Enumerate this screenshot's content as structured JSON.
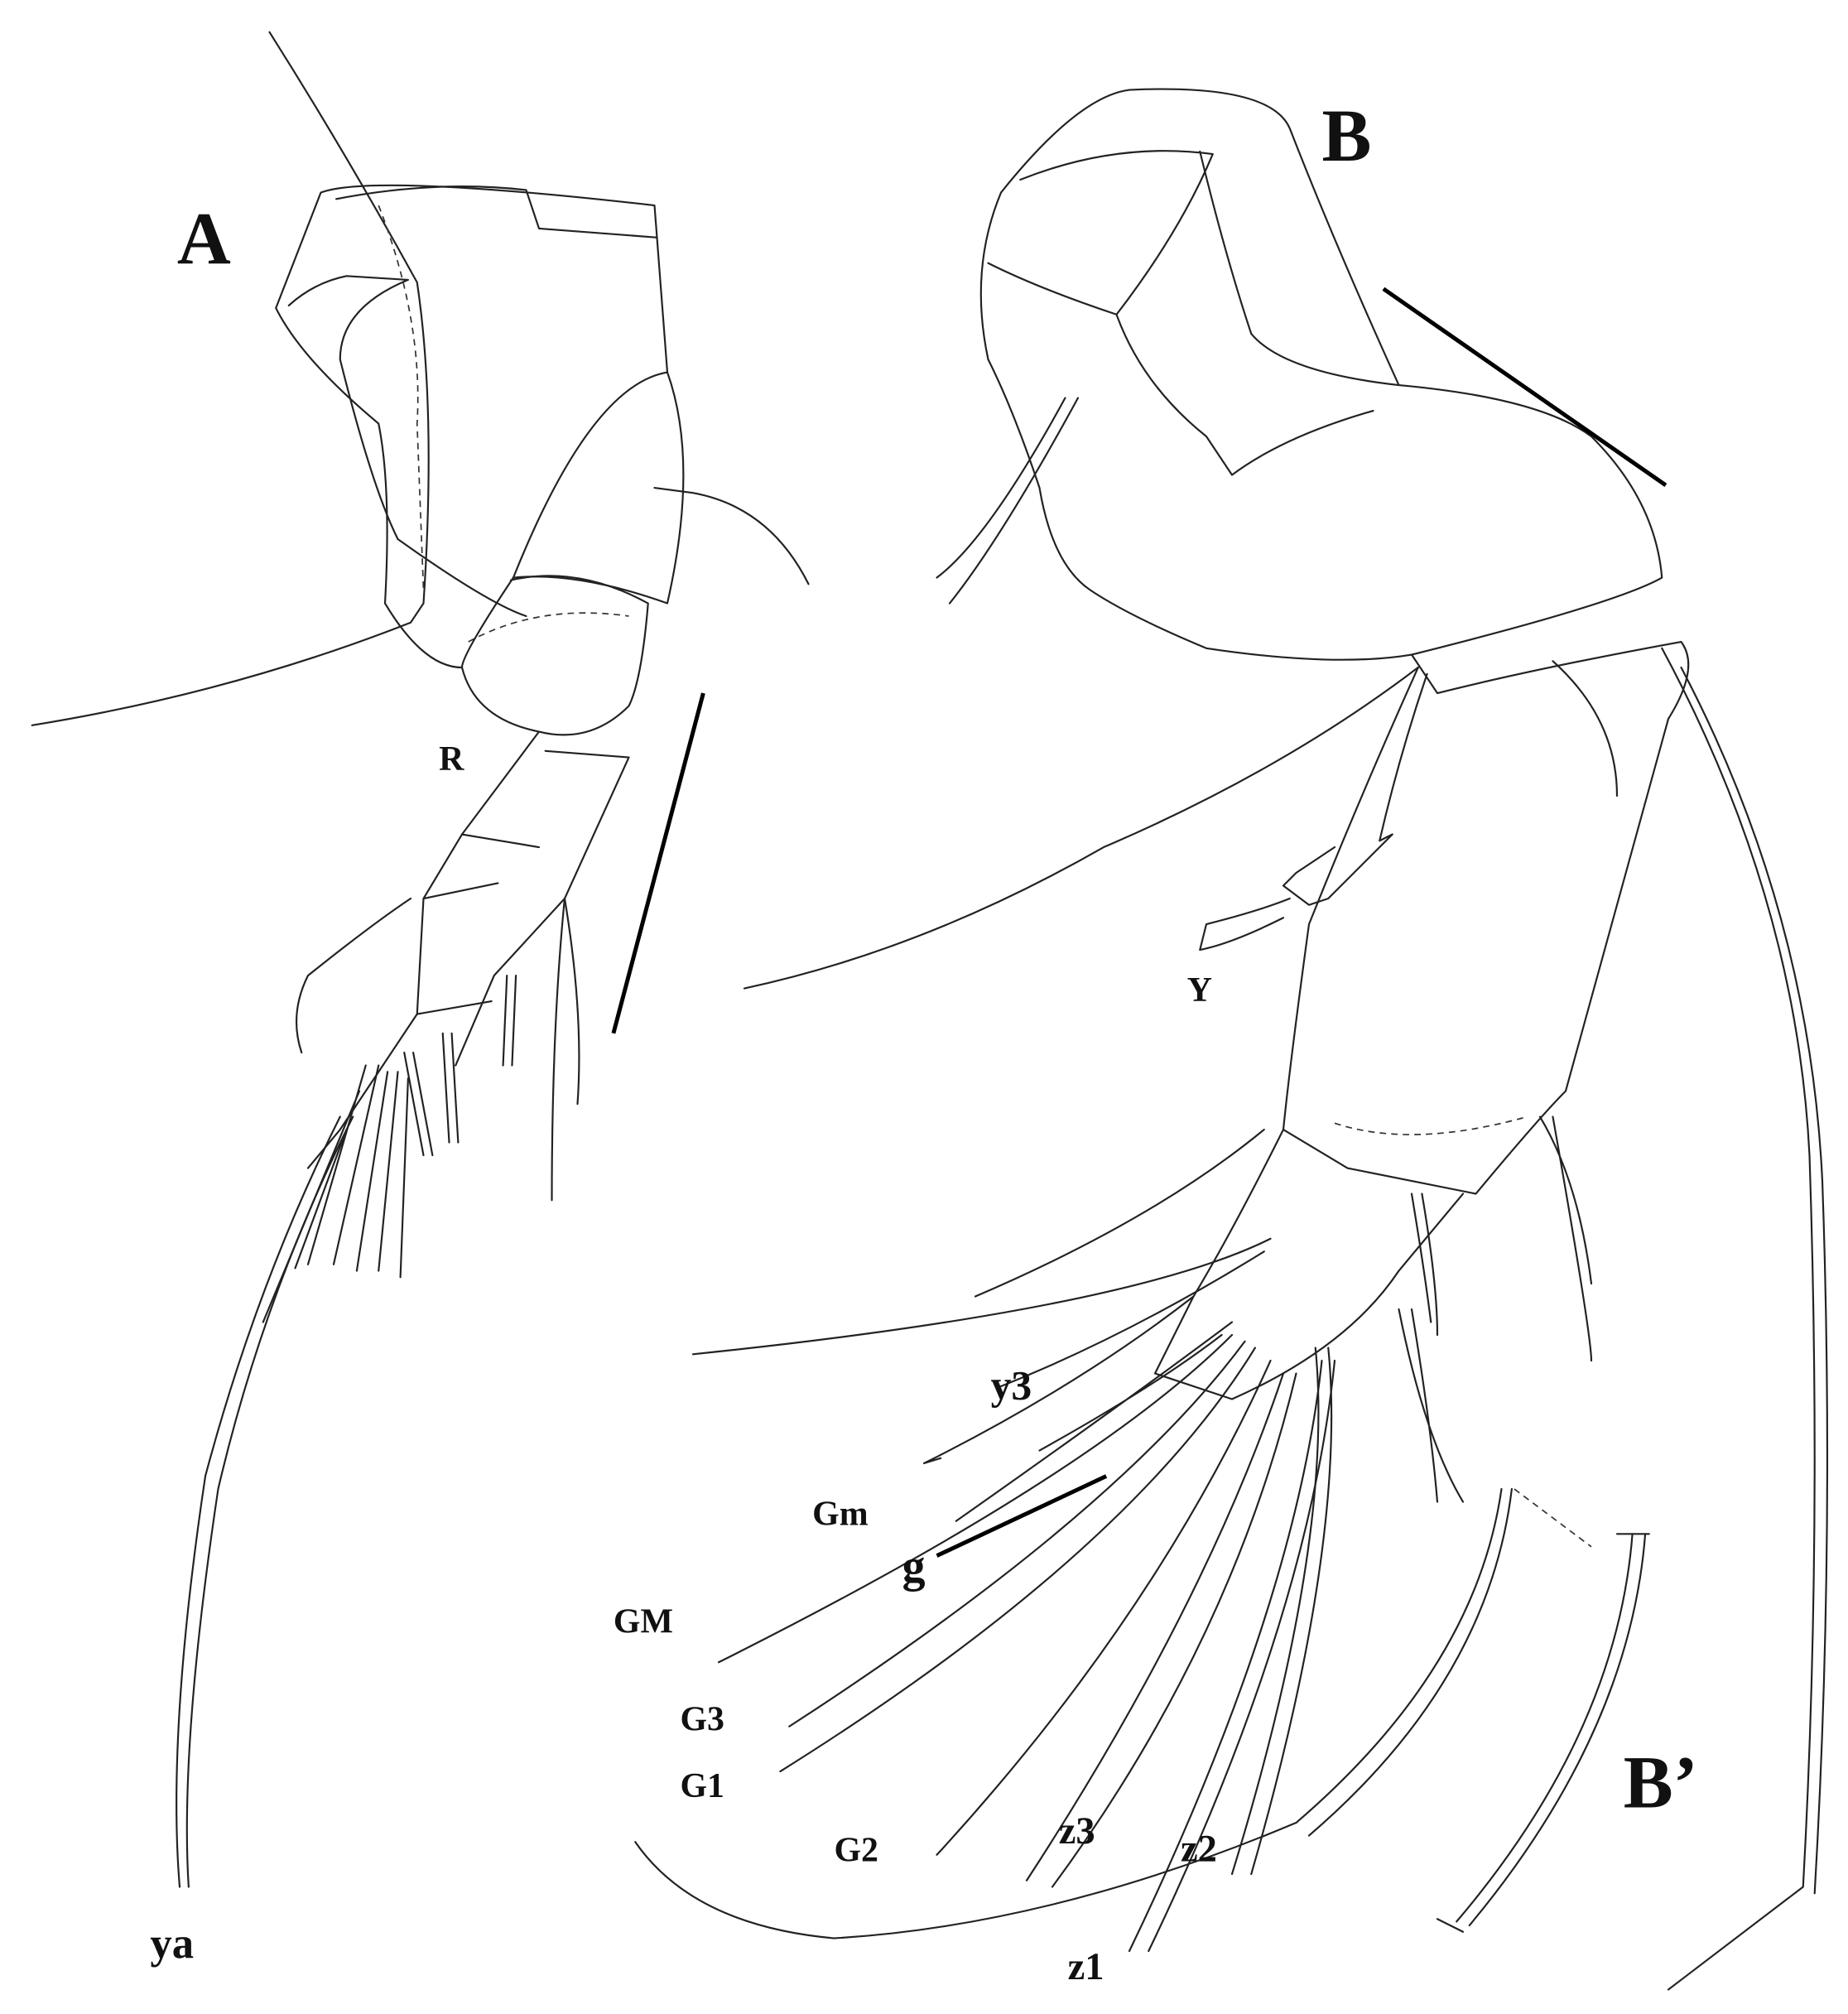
{
  "figure": {
    "panels": {
      "a": "A",
      "b": "B",
      "b_prime": "B’"
    },
    "labels": {
      "r": "R",
      "ya": "ya",
      "y_big": "Y",
      "y3": "y3",
      "gm_small": "Gm",
      "g": "g",
      "gm_big": "GM",
      "g3": "G3",
      "g1": "G1",
      "g2": "G2",
      "z3": "z3",
      "z2": "z2",
      "z1": "z1"
    }
  }
}
